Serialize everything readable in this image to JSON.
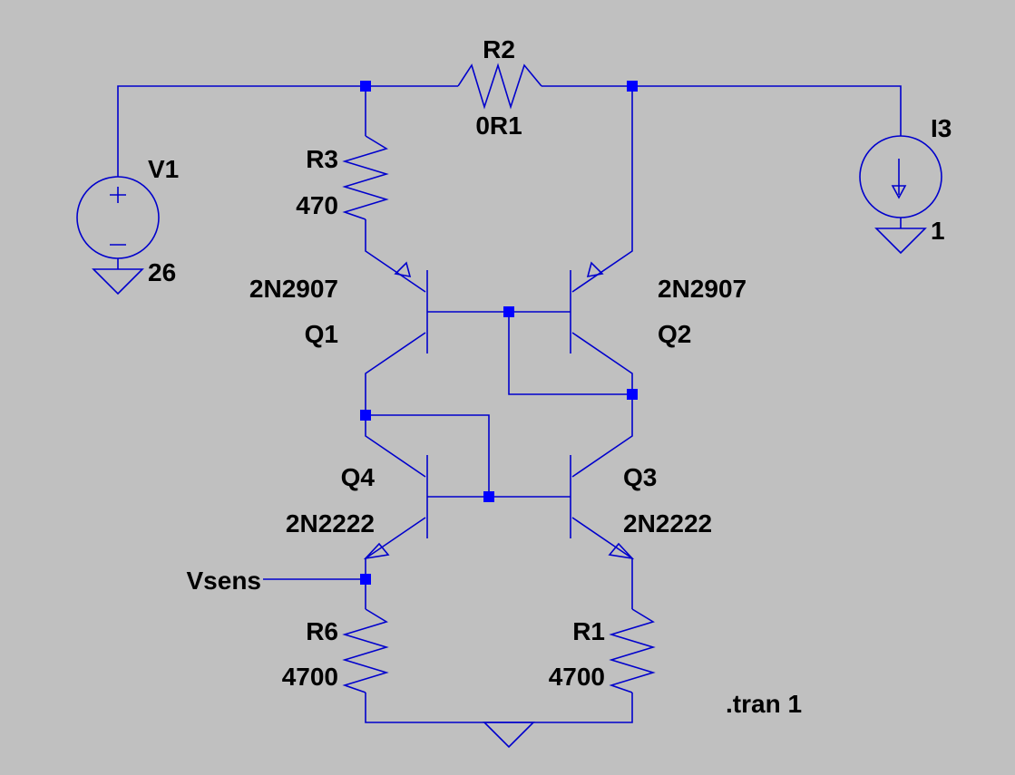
{
  "components": {
    "V1": {
      "name": "V1",
      "value": "26"
    },
    "I3": {
      "name": "I3",
      "value": "1"
    },
    "R2": {
      "name": "R2",
      "value": "0R1"
    },
    "R3": {
      "name": "R3",
      "value": "470"
    },
    "R6": {
      "name": "R6",
      "value": "4700"
    },
    "R1": {
      "name": "R1",
      "value": "4700"
    },
    "Q1": {
      "name": "Q1",
      "model": "2N2907"
    },
    "Q2": {
      "name": "Q2",
      "model": "2N2907"
    },
    "Q3": {
      "name": "Q3",
      "model": "2N2222"
    },
    "Q4": {
      "name": "Q4",
      "model": "2N2222"
    }
  },
  "net_labels": {
    "vsens": "Vsens"
  },
  "directives": {
    "tran": ".tran 1"
  },
  "colors": {
    "background": "#c0c0c0",
    "wire": "#0000cc",
    "junction": "#0000ff",
    "text": "#000000"
  }
}
